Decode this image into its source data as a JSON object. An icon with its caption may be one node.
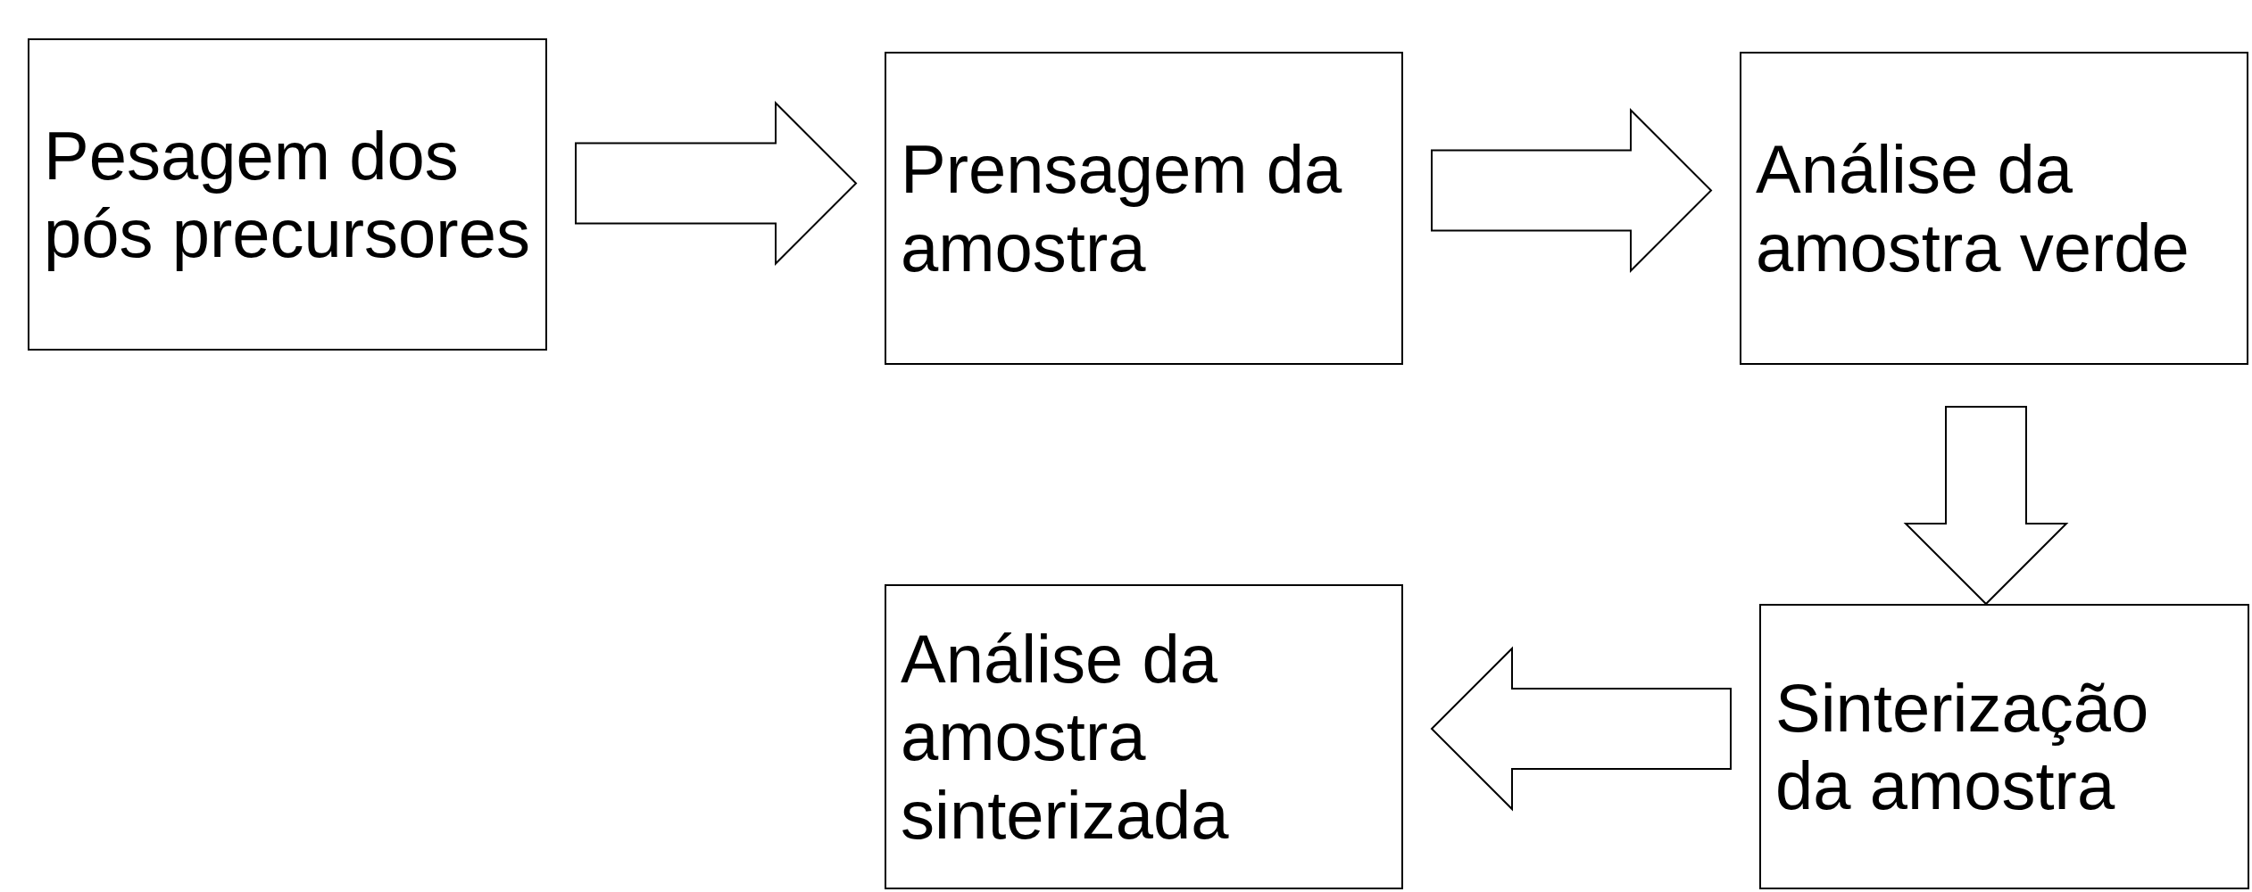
{
  "diagram": {
    "nodes": [
      {
        "text": [
          "Pesagem dos pós precursores"
        ]
      },
      {
        "text": [
          "Prensagem da amostra"
        ]
      },
      {
        "text": [
          "Análise da amostra verde"
        ]
      },
      {
        "text": [
          "Sinterização da amostra"
        ]
      },
      {
        "text": [
          "Análise da amostra sinterizada"
        ]
      }
    ],
    "edges": [
      {
        "from": 0,
        "to": 1,
        "arrow": "to"
      },
      {
        "from": 1,
        "to": 2,
        "arrow": "to"
      },
      {
        "from": 2,
        "to": 3,
        "arrow": "to"
      },
      {
        "from": 3,
        "to": 4,
        "arrow": "to"
      }
    ]
  }
}
